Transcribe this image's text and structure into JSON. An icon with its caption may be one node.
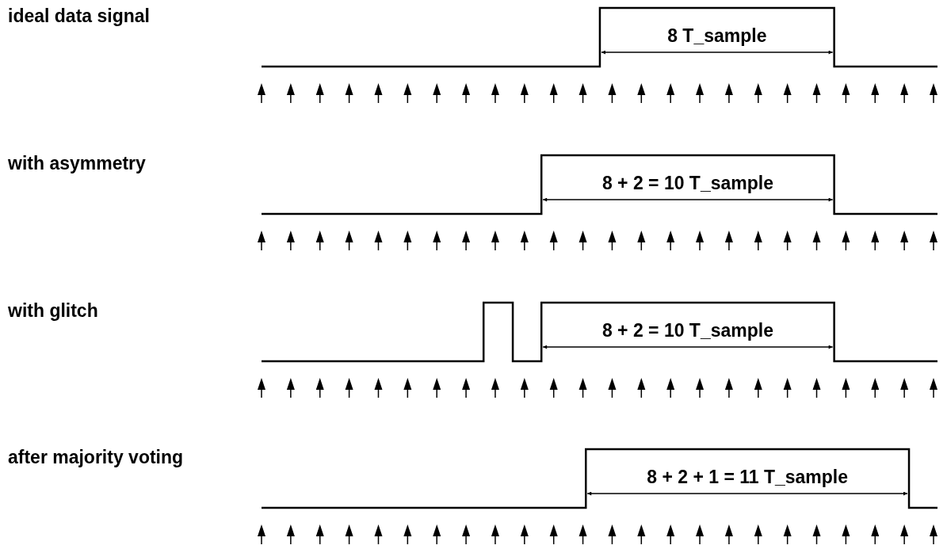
{
  "diagram": {
    "labels": [
      "ideal data signal",
      "8 T_sample",
      "with asymmetry",
      "8 + 2 = 10 T_sample",
      "with glitch",
      "8 + 2 = 10 T_sample",
      "after majority voting",
      "8 + 2 + 1 = 11 T_sample"
    ]
  }
}
